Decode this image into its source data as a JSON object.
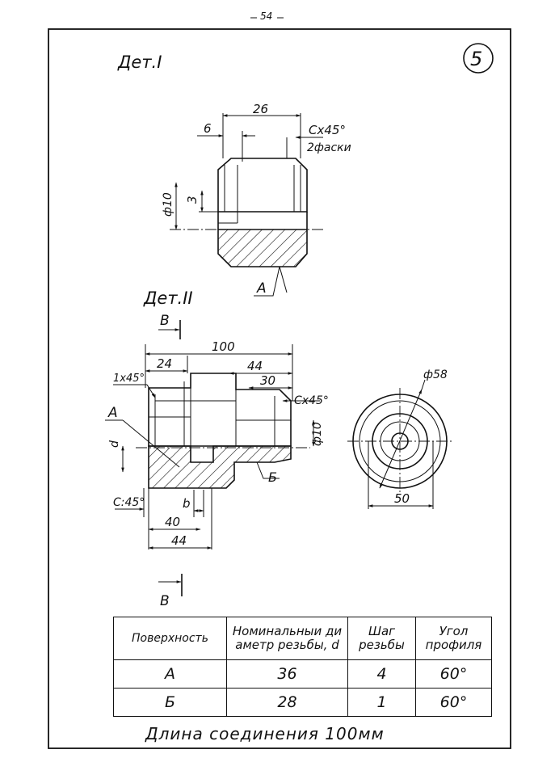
{
  "page_number": "54",
  "sheet_mark": "5",
  "part1": {
    "title": "Дет.I",
    "dims": {
      "overall": "26",
      "left": "6",
      "chamfer": "Cx45°",
      "chamfer_note": "2фаски",
      "thread": "3",
      "diameter": "ф10"
    },
    "surface_label": "A"
  },
  "part2": {
    "title": "Дет.II",
    "section_mark": "B",
    "dims": {
      "overall": "100",
      "left": "24",
      "right": "44",
      "right_inner": "30",
      "chamfer_left": "1x45°",
      "chamfer_right": "Cx45°",
      "diameter": "ф10",
      "thread_d": "d",
      "chamfer_bottom": "C:45°",
      "pitch": "b",
      "bottom_inner": "40",
      "bottom_outer": "44"
    },
    "label_a": "A",
    "label_b": "Б",
    "end_view": {
      "outer_diameter": "ф58",
      "width": "50"
    }
  },
  "table": {
    "headers": [
      "Поверхность",
      "Номинальныи ди\nаметр резьбы, d",
      "Шаг\nрезьбы",
      "Угол\nпрофиля"
    ],
    "rows": [
      [
        "A",
        "36",
        "4",
        "60°"
      ],
      [
        "Б",
        "28",
        "1",
        "60°"
      ]
    ]
  },
  "footer": "Длина соединения 100мм"
}
